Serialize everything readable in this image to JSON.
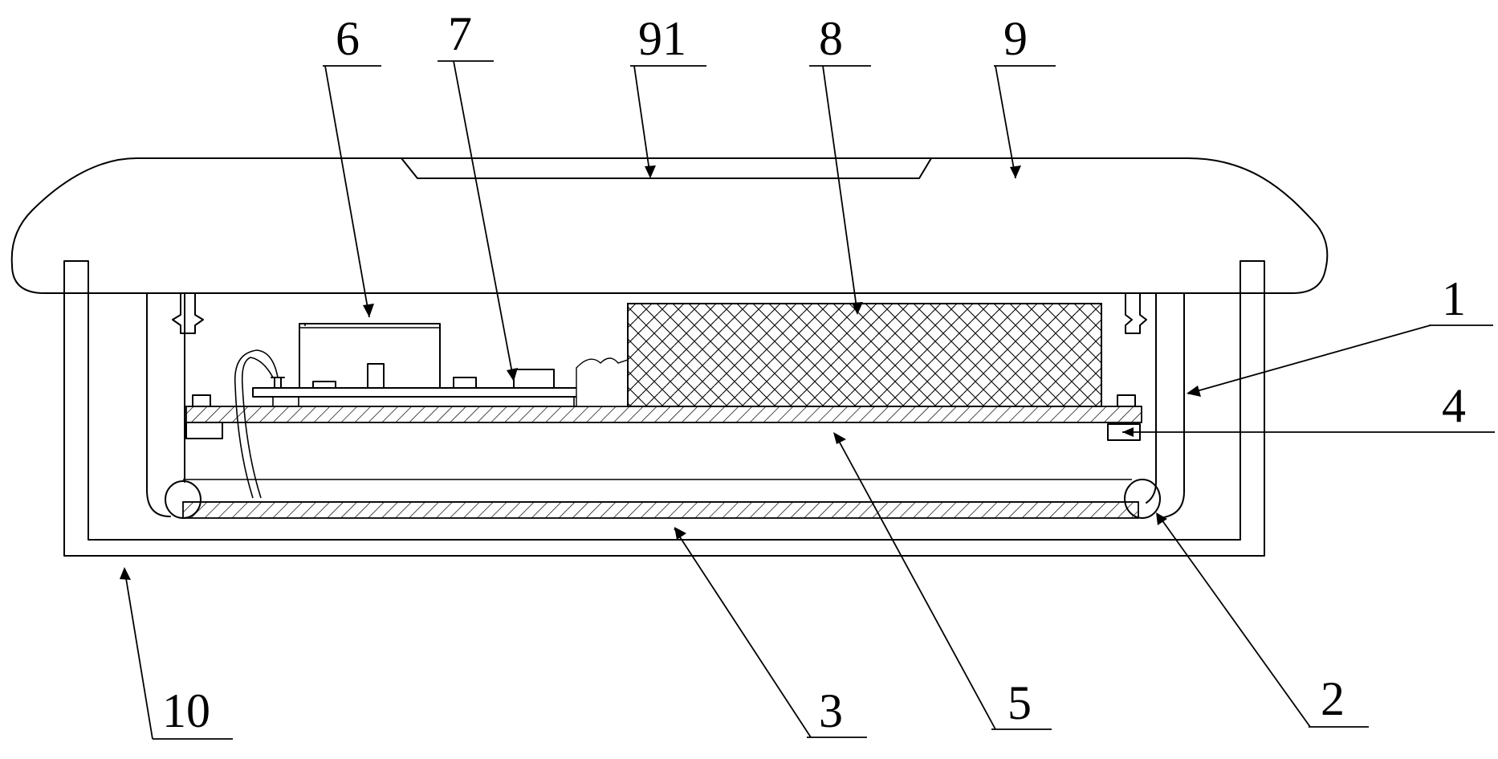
{
  "labels": {
    "l6": "6",
    "l7": "7",
    "l91": "91",
    "l8": "8",
    "l9": "9",
    "l1": "1",
    "l4": "4",
    "l10": "10",
    "l3": "3",
    "l5": "5",
    "l2": "2"
  }
}
